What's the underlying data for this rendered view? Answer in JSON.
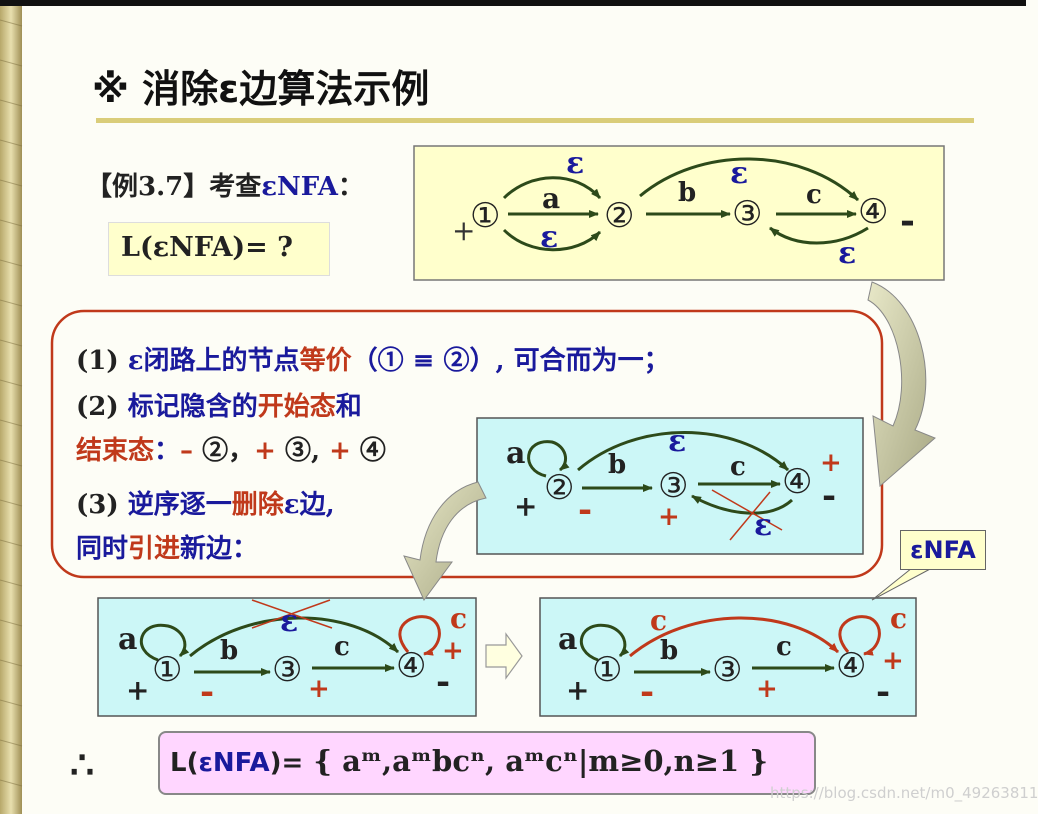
{
  "slide": {
    "title": "※ 消除ε边算法示例",
    "example_label": "【例3.7】考查",
    "example_nfa": "εNFA",
    "example_colon": "：",
    "question": "L(εNFA)= ?",
    "therefore": "∴",
    "watermark": "https://blog.csdn.net/m0_49263811"
  },
  "steps": [
    {
      "parts": [
        {
          "text": "(1) ",
          "color": "dark"
        },
        {
          "text": "ε闭路上的节点",
          "color": "blue"
        },
        {
          "text": "等价",
          "color": "red"
        },
        {
          "text": "（① ≡ ②）, 可合而为一；",
          "color": "blue"
        }
      ]
    },
    {
      "parts": [
        {
          "text": "(2) ",
          "color": "dark"
        },
        {
          "text": "标记隐含的",
          "color": "blue"
        },
        {
          "text": "开始态",
          "color": "red"
        },
        {
          "text": "和",
          "color": "blue"
        }
      ]
    },
    {
      "parts": [
        {
          "text": "结束态",
          "color": "red"
        },
        {
          "text": "：",
          "color": "blue"
        },
        {
          "text": "– ",
          "color": "red"
        },
        {
          "text": "②，",
          "color": "dark"
        },
        {
          "text": "+ ",
          "color": "red"
        },
        {
          "text": "③, ",
          "color": "dark"
        },
        {
          "text": "+ ",
          "color": "red"
        },
        {
          "text": "④",
          "color": "dark"
        }
      ]
    },
    {
      "parts": [
        {
          "text": "(3) ",
          "color": "dark"
        },
        {
          "text": "逆序逐一",
          "color": "blue"
        },
        {
          "text": "删除",
          "color": "red"
        },
        {
          "text": "ε边,",
          "color": "blue"
        }
      ]
    },
    {
      "parts": [
        {
          "text": "同时",
          "color": "blue"
        },
        {
          "text": "引进",
          "color": "red"
        },
        {
          "text": "新边：",
          "color": "blue"
        }
      ]
    }
  ],
  "callout_label": "εNFA",
  "result": {
    "prefix": "L(",
    "nfa": "εNFA",
    "middle": ")=",
    "set": "{ aᵐ,aᵐbcⁿ, aᵐcⁿ|m≥0,n≥1 }"
  },
  "diagrams": {
    "nfa0": {
      "states": [
        "①",
        "②",
        "③",
        "④"
      ],
      "labels": {
        "e12_top": "ε",
        "a12": "a",
        "e12_bottom": "ε",
        "b23": "b",
        "e24": "ε",
        "c34": "c",
        "e43": "ε",
        "start": "+",
        "final": "-"
      }
    },
    "nfa1": {
      "states": [
        "②",
        "③",
        "④"
      ],
      "labels": {
        "a_loop": "a",
        "b23": "b",
        "e24": "ε",
        "c34": "c",
        "e43": "ε",
        "plus2": "+",
        "minus2": "-",
        "plus3": "+",
        "plus4": "+",
        "minus4": "-"
      }
    },
    "nfa2": {
      "states": [
        "①",
        "③",
        "④"
      ],
      "labels": {
        "a_loop": "a",
        "b13": "b",
        "e14": "ε",
        "c34": "c",
        "c_loop": "c",
        "plus1": "+",
        "minus1": "-",
        "plus3": "+",
        "plus4": "+",
        "minus4": "-"
      }
    },
    "nfa3": {
      "states": [
        "①",
        "③",
        "④"
      ],
      "labels": {
        "a_loop": "a",
        "b13": "b",
        "c14": "c",
        "c34": "c",
        "c_loop": "c",
        "plus1": "+",
        "minus1": "-",
        "plus3": "+",
        "plus4": "+",
        "minus4": "-"
      }
    }
  },
  "colors": {
    "accent_red": "#c0391b",
    "blue_text": "#1a1a9c",
    "panel_yellow": "#ffffcc",
    "panel_cyan": "#ccf7f7",
    "result_pink": "#ffd6ff",
    "arrow_green": "#2d4a1a"
  }
}
